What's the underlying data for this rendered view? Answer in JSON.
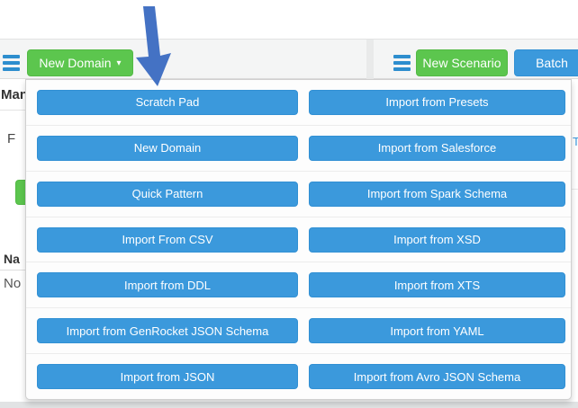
{
  "colors": {
    "accent_blue": "#3b99dc",
    "accent_green": "#5cc64e",
    "arrow_blue": "#4472c4",
    "header_bg": "#f4f5f5"
  },
  "header_left": {
    "menu_icon": "hamburger-icon",
    "new_domain_label": "New Domain",
    "caret": "▾"
  },
  "header_right": {
    "menu_icon": "hamburger-icon",
    "new_scenario_label": "New Scenario",
    "batch_label": "Batch"
  },
  "background_fragments": {
    "heading": "Man",
    "row_text": "F",
    "column_header": "Na",
    "empty_text": "No",
    "right_text": "T"
  },
  "dropdown": {
    "left_items": [
      "Scratch Pad",
      "New Domain",
      "Quick Pattern",
      "Import From CSV",
      "Import from DDL",
      "Import from GenRocket JSON Schema",
      "Import from JSON"
    ],
    "right_items": [
      "Import from Presets",
      "Import from Salesforce",
      "Import from Spark Schema",
      "Import from XSD",
      "Import from XTS",
      "Import from YAML",
      "Import from Avro JSON Schema"
    ]
  },
  "annotation": {
    "arrow": "down-arrow pointing to Scratch Pad"
  }
}
